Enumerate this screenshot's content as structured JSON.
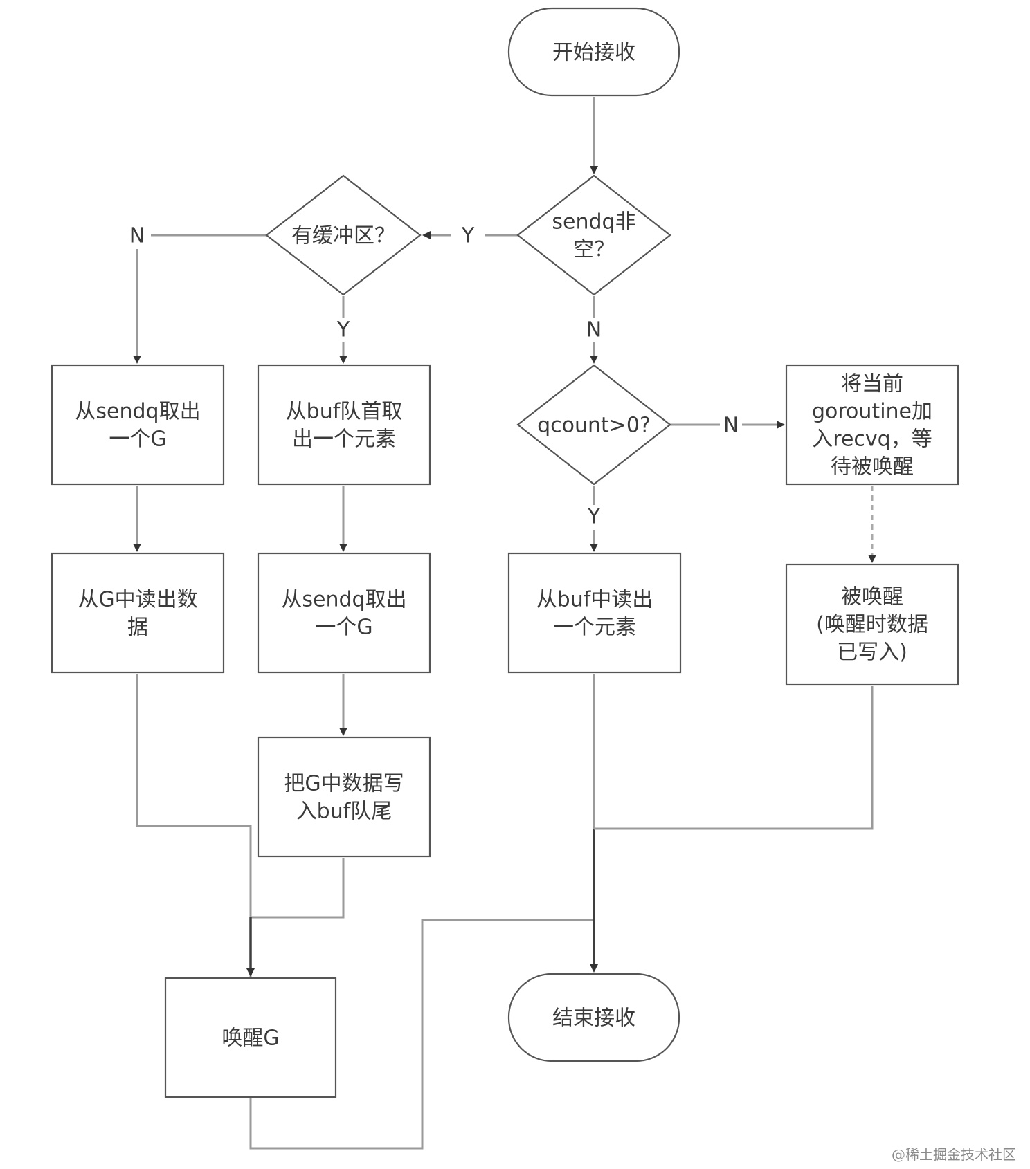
{
  "nodes": {
    "start": {
      "lines": [
        "开始接收"
      ]
    },
    "sendq_check": {
      "lines": [
        "sendq非",
        "空？"
      ]
    },
    "buffer_check": {
      "lines": [
        "有缓冲区？"
      ]
    },
    "qcount_check": {
      "lines": [
        "qcount>0?"
      ]
    },
    "take_g_from_sendq": {
      "lines": [
        "从sendq取出",
        "一个G"
      ]
    },
    "read_from_g": {
      "lines": [
        "从G中读出数",
        "据"
      ]
    },
    "take_buf_head": {
      "lines": [
        "从buf队首取",
        "出一个元素"
      ]
    },
    "take_g_from_sendq_2": {
      "lines": [
        "从sendq取出",
        "一个G"
      ]
    },
    "write_g_to_buf": {
      "lines": [
        "把G中数据写",
        "入buf队尾"
      ]
    },
    "wake_g": {
      "lines": [
        "唤醒G"
      ]
    },
    "read_from_buf": {
      "lines": [
        "从buf中读出",
        "一个元素"
      ]
    },
    "enqueue_recvq": {
      "lines": [
        "将当前",
        "goroutine加",
        "入recvq，等",
        "待被唤醒"
      ]
    },
    "woken": {
      "lines": [
        "被唤醒",
        "(唤醒时数据",
        "已写入)"
      ]
    },
    "end": {
      "lines": [
        "结束接收"
      ]
    }
  },
  "edge_labels": {
    "sendq_yes": "Y",
    "sendq_no": "N",
    "buffer_yes": "Y",
    "buffer_no": "N",
    "qcount_yes": "Y",
    "qcount_no": "N"
  },
  "watermark": "@稀土掘金技术社区"
}
